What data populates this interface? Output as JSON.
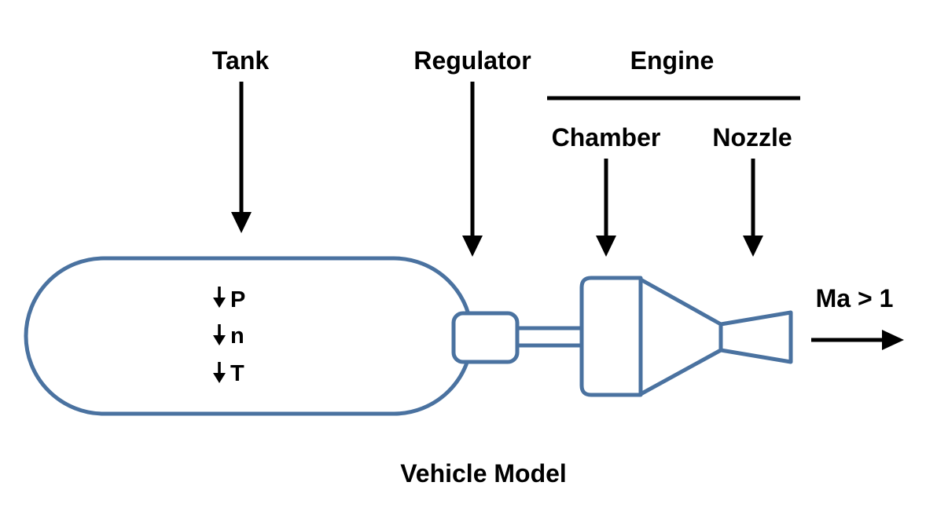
{
  "labels": {
    "tank": "Tank",
    "regulator": "Regulator",
    "engine": "Engine",
    "chamber": "Chamber",
    "nozzle": "Nozzle",
    "mach": "Ma > 1",
    "caption": "Vehicle Model"
  },
  "tank_variables": [
    "P",
    "n",
    "T"
  ],
  "colors": {
    "component_stroke": "#4a72a0",
    "arrow": "#000000"
  },
  "icons": {
    "pointer": "arrow-down-icon",
    "decrease": "arrow-down-small-icon",
    "exhaust": "arrow-right-icon"
  }
}
